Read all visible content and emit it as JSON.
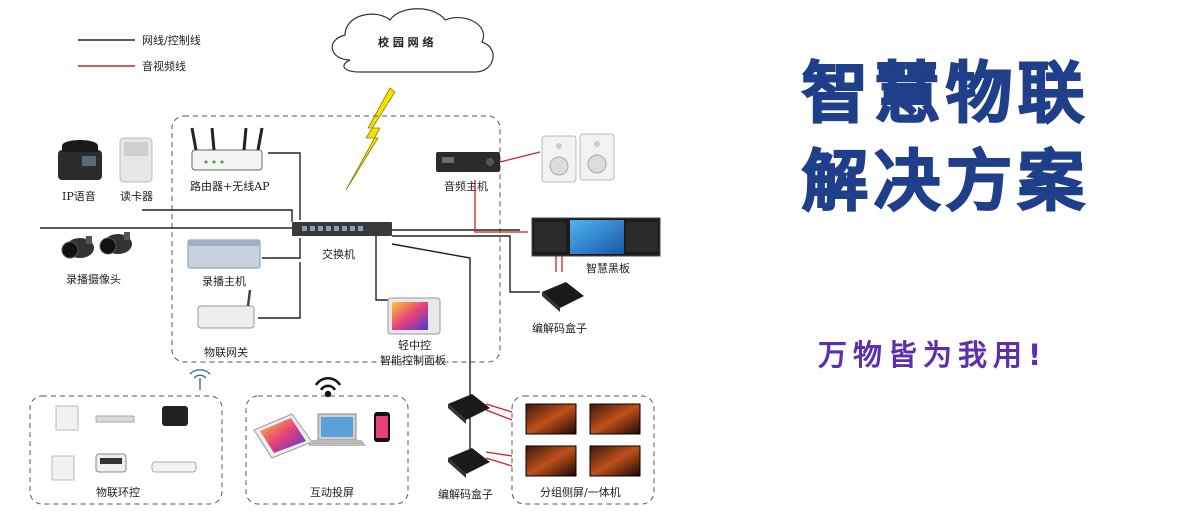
{
  "legend": {
    "network_line": "网线/控制线",
    "av_line": "音视频线",
    "network_color": "#222222",
    "av_color": "#cc2222"
  },
  "cloud_label": "校 园 网 络",
  "devices": {
    "ip_phone": "IP语音",
    "card_reader": "读卡器",
    "router": "路由器+无线AP",
    "audio_host": "音频主机",
    "switch": "交换机",
    "camera": "录播摄像头",
    "recording_host": "录播主机",
    "smart_blackboard": "智慧黑板",
    "iot_gateway": "物联网关",
    "codec_box_top": "编解码盒子",
    "control_panel_line1": "轻中控",
    "control_panel_line2": "智能控制面板",
    "iot_env_control": "物联环控",
    "interactive_projection": "互动投屏",
    "codec_box_bottom": "编解码盒子",
    "group_screens": "分组侧屏/一体机"
  },
  "headline": {
    "line1": "智慧物联",
    "line2": "解决方案",
    "slogan": "万物皆为我用!",
    "title_color": "#1f3f8a",
    "slogan_color": "#5b2fae"
  },
  "icons": [
    "wifi-icon",
    "lightning-icon",
    "cloud-icon",
    "phone-icon",
    "camera-icon",
    "speaker-icon",
    "tablet-icon",
    "laptop-icon",
    "smartphone-icon"
  ]
}
